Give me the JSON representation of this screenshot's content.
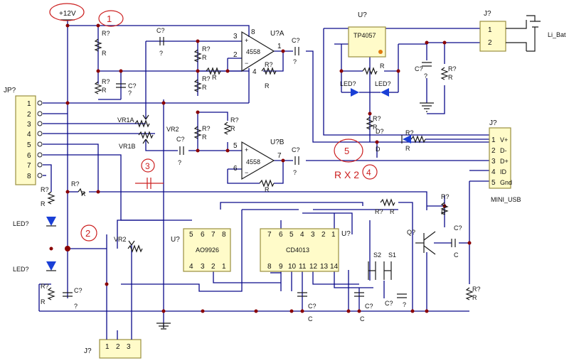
{
  "power": {
    "vcc": "+12V"
  },
  "connectors": {
    "jp": {
      "ref": "JP?",
      "pins": [
        "1",
        "2",
        "3",
        "4",
        "5",
        "6",
        "7",
        "8"
      ]
    },
    "bat": {
      "ref": "J?",
      "pins": [
        "1",
        "2"
      ],
      "label": "Li_Bat"
    },
    "usb": {
      "ref": "J?",
      "pins": [
        "1",
        "2",
        "3",
        "4",
        "5"
      ],
      "signals": [
        "V+",
        "D-",
        "D+",
        "ID",
        "Gnd"
      ],
      "name": "MINI_USB"
    },
    "bottom": {
      "ref": "J?",
      "pins": [
        "1",
        "2",
        "3"
      ]
    }
  },
  "ics": {
    "opamp_a": {
      "ref": "U?A",
      "part": "4558",
      "pins": [
        "3",
        "2",
        "1",
        "8",
        "4"
      ]
    },
    "opamp_b": {
      "ref": "U?B",
      "part": "4558",
      "pins": [
        "5",
        "6",
        "7"
      ]
    },
    "tp4057": {
      "ref": "U?",
      "part": "TP4057"
    },
    "ao9926": {
      "ref": "U?",
      "part": "AO9926",
      "top_pins": [
        "5",
        "6",
        "7",
        "8"
      ],
      "bottom_pins": [
        "4",
        "3",
        "2",
        "1"
      ]
    },
    "cd4013": {
      "ref": "U?",
      "part": "CD4013",
      "top_pins": [
        "7",
        "6",
        "5",
        "4",
        "3",
        "2",
        "1"
      ],
      "bottom_pins": [
        "8",
        "9",
        "10",
        "11",
        "12",
        "13",
        "14"
      ]
    }
  },
  "passives": {
    "r_ref": "R?",
    "r_val": "R",
    "c_ref": "C?",
    "c_val": "?",
    "c_val2": "C",
    "led_ref": "LED?",
    "d_ref": "D?",
    "d_val": "D",
    "q_ref": "Q?",
    "vr1a": "VR1A",
    "vr1b": "VR1B",
    "vr2": "VR2",
    "s1": "S1",
    "s2": "S2"
  },
  "annotations": {
    "n1": "1",
    "n2": "2",
    "n3": "3",
    "n4": "4",
    "n5": "5",
    "rx2": "R X 2"
  },
  "colors": {
    "wire": "#0a0a8a",
    "chip_fill": "#fffbc9",
    "annotation": "#cc2020",
    "junction": "#8a0000",
    "led": "#1a3fd6"
  }
}
